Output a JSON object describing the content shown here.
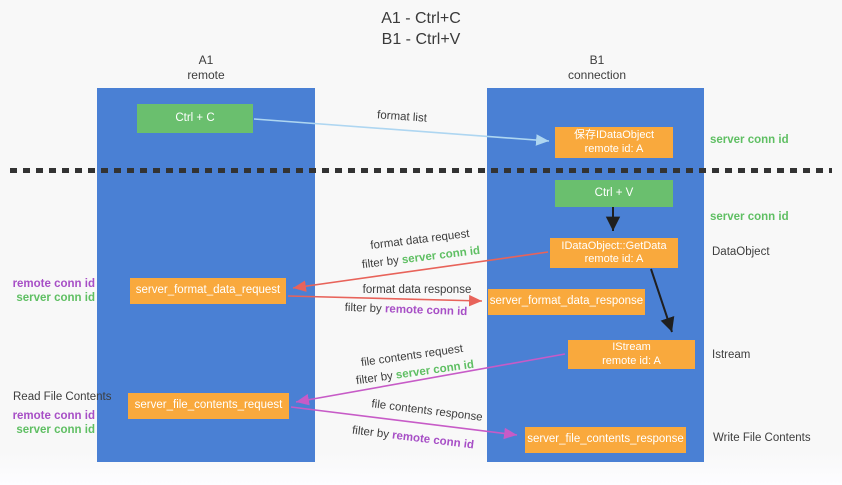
{
  "colors": {
    "lane_blue": "#4a80d4",
    "box_green": "#6abf6e",
    "box_orange": "#f9a93d",
    "arrow_red": "#e8635a",
    "arrow_magenta": "#c75bc7",
    "arrow_lightblue": "#aed6f1",
    "arrow_black": "#1f1f1f",
    "text_green": "#5fbf63",
    "text_purple": "#a74fc6",
    "text_dark": "#3d3d3d",
    "dash_color": "#333333",
    "background": "#f8f8f8"
  },
  "title": {
    "line1": "A1 - Ctrl+C",
    "line2": "B1 - Ctrl+V"
  },
  "lanes": {
    "left": {
      "name": "A1",
      "subtitle": "remote"
    },
    "right": {
      "name": "B1",
      "subtitle": "connection"
    }
  },
  "boxes": {
    "ctrl_c": "Ctrl + C",
    "save_idataobject": {
      "line1": "保存IDataObject",
      "line2": "remote id: A"
    },
    "ctrl_v": "Ctrl + V",
    "getdata": {
      "line1": "IDataObject::GetData",
      "line2": "remote id: A"
    },
    "format_request": "server_format_data_request",
    "format_response": "server_format_data_response",
    "istream": {
      "line1": "IStream",
      "line2": "remote id: A"
    },
    "file_request": "server_file_contents_request",
    "file_response": "server_file_contents_response"
  },
  "arrow_labels": {
    "format_list": "format list",
    "format_data_request": "format data request",
    "format_data_response": "format data response",
    "file_contents_request": "file contents request",
    "file_contents_response": "file contents response",
    "filter_by": "filter by",
    "server_conn_id": "server conn id",
    "remote_conn_id": "remote conn id"
  },
  "left_annotations": {
    "format_pair": {
      "remote": "remote conn id",
      "server": "server conn id"
    },
    "read_file_contents": "Read File Contents",
    "file_pair": {
      "remote": "remote conn id",
      "server": "server conn id"
    }
  },
  "right_annotations": {
    "server_conn_id_top": "server conn id",
    "server_conn_id_mid": "server conn id",
    "data_object": "DataObject",
    "istream": "Istream",
    "write_file_contents": "Write File Contents"
  }
}
